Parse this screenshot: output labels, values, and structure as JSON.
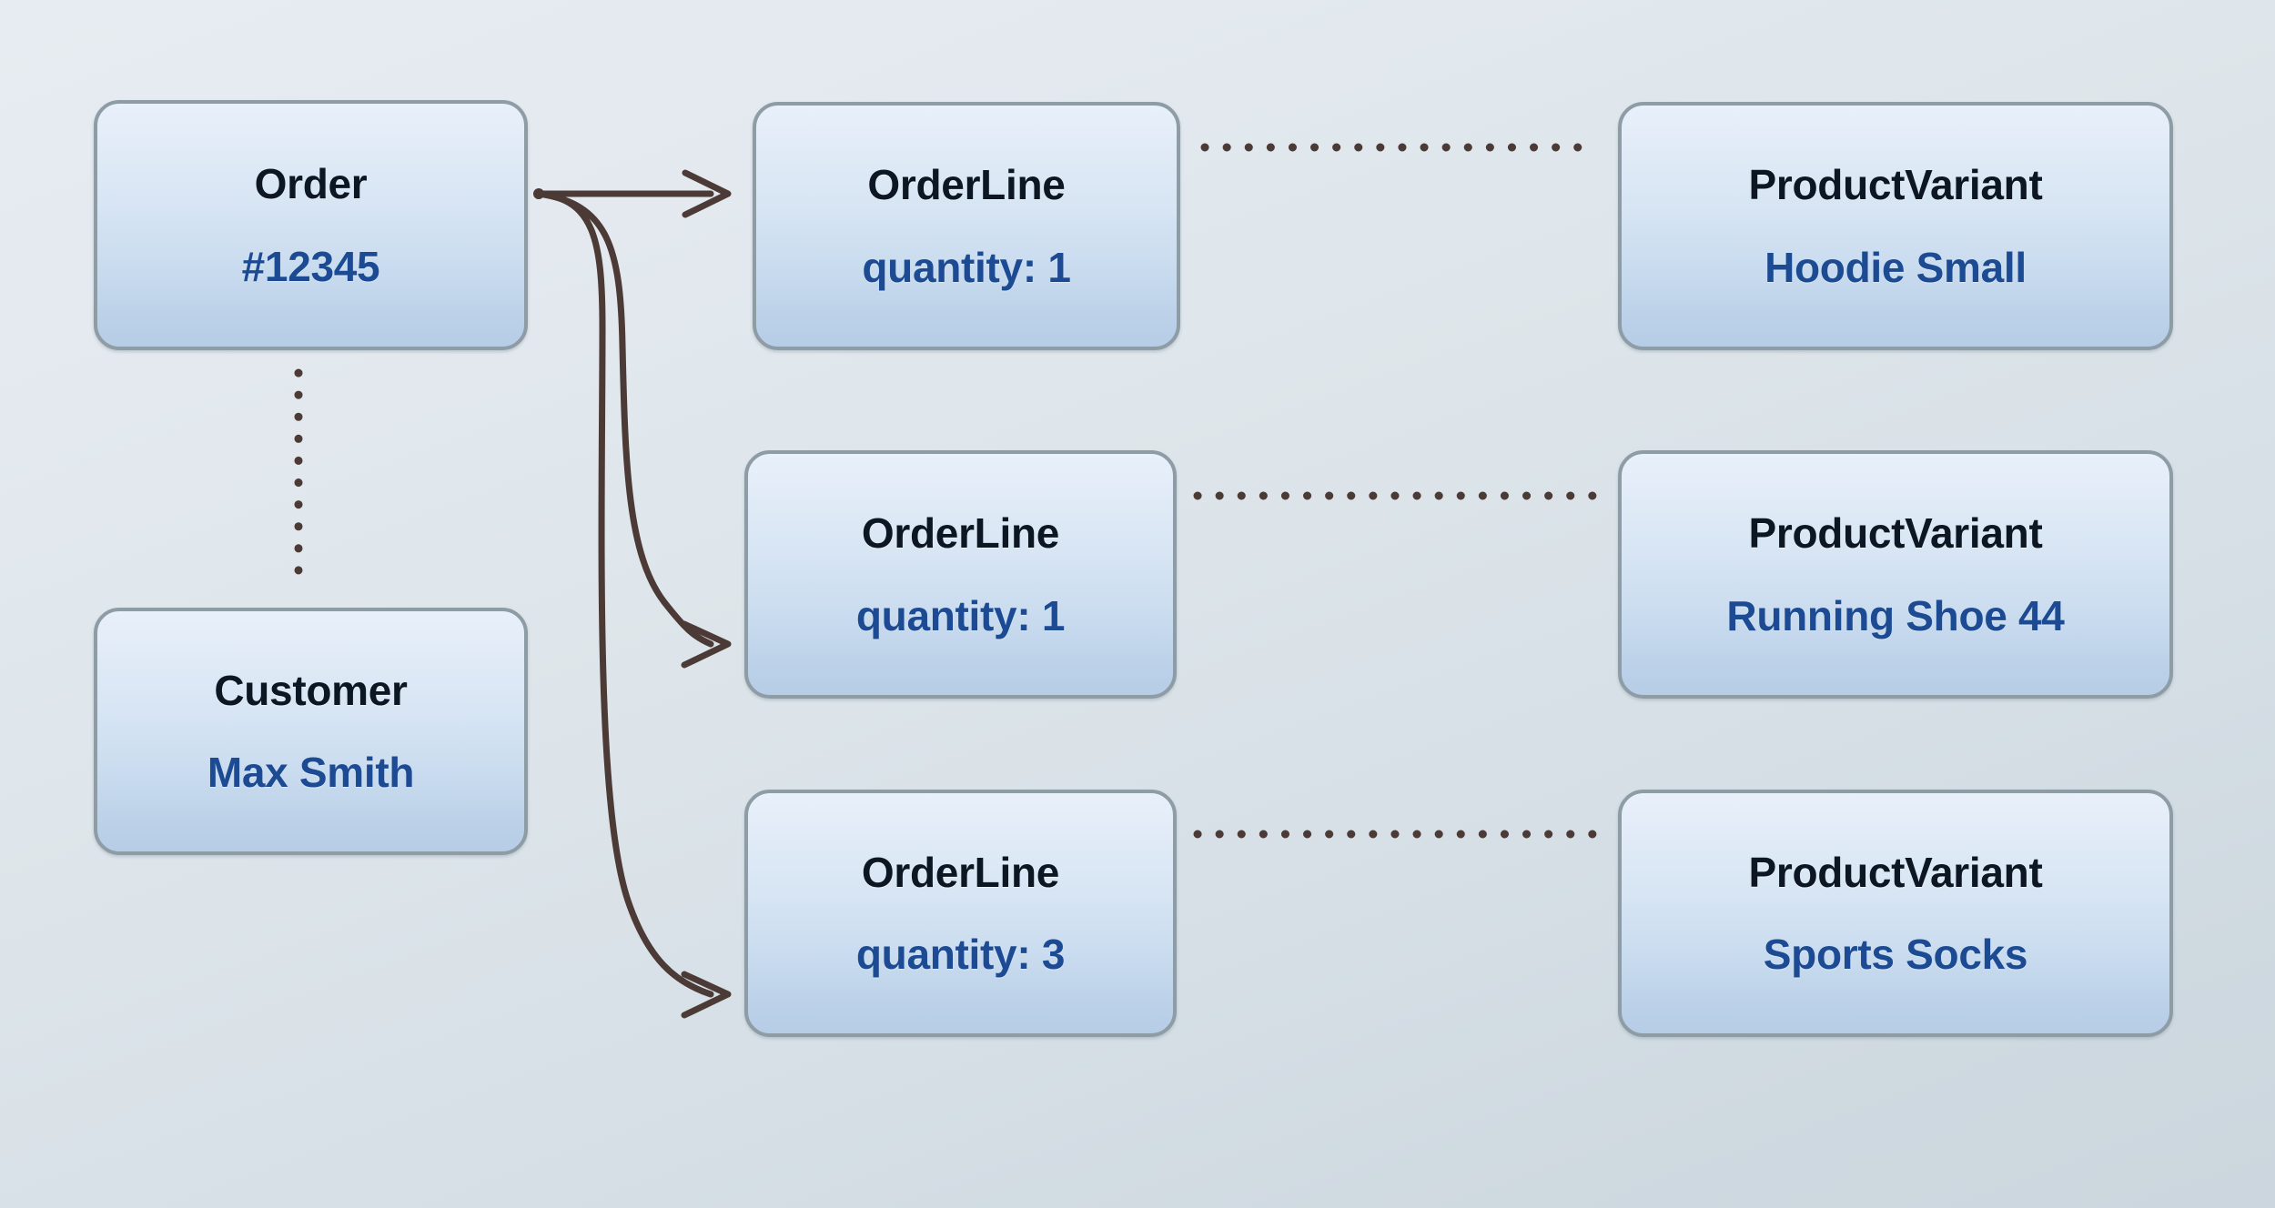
{
  "diagram": {
    "type": "object-relationship-diagram",
    "background_color": "#e3e9ef",
    "node_fill_top": "#e8f0fa",
    "node_fill_bottom": "#b6cde6",
    "node_border_color": "#8e9ca6",
    "title_color": "#0d1724",
    "value_color": "#1d4b93",
    "edge_color": "#4b3a35"
  },
  "nodes": {
    "order": {
      "title": "Order",
      "value": "#12345"
    },
    "customer": {
      "title": "Customer",
      "value": "Max Smith"
    },
    "order_lines": [
      {
        "title": "OrderLine",
        "value": "quantity: 1"
      },
      {
        "title": "OrderLine",
        "value": "quantity: 1"
      },
      {
        "title": "OrderLine",
        "value": "quantity: 3"
      }
    ],
    "product_variants": [
      {
        "title": "ProductVariant",
        "value": "Hoodie Small"
      },
      {
        "title": "ProductVariant",
        "value": "Running Shoe 44"
      },
      {
        "title": "ProductVariant",
        "value": "Sports Socks"
      }
    ]
  },
  "edges": [
    {
      "name": "order-to-orderline-1",
      "from": "order",
      "to": "order_line_1",
      "style": "solid-arrow"
    },
    {
      "name": "order-to-orderline-2",
      "from": "order",
      "to": "order_line_2",
      "style": "solid-arrow"
    },
    {
      "name": "order-to-orderline-3",
      "from": "order",
      "to": "order_line_3",
      "style": "solid-arrow"
    },
    {
      "name": "order-to-customer",
      "from": "order",
      "to": "customer",
      "style": "dotted"
    },
    {
      "name": "orderline-1-to-productvariant-1",
      "from": "order_line_1",
      "to": "product_variant_1",
      "style": "dotted"
    },
    {
      "name": "orderline-2-to-productvariant-2",
      "from": "order_line_2",
      "to": "product_variant_2",
      "style": "dotted"
    },
    {
      "name": "orderline-3-to-productvariant-3",
      "from": "order_line_3",
      "to": "product_variant_3",
      "style": "dotted"
    }
  ]
}
